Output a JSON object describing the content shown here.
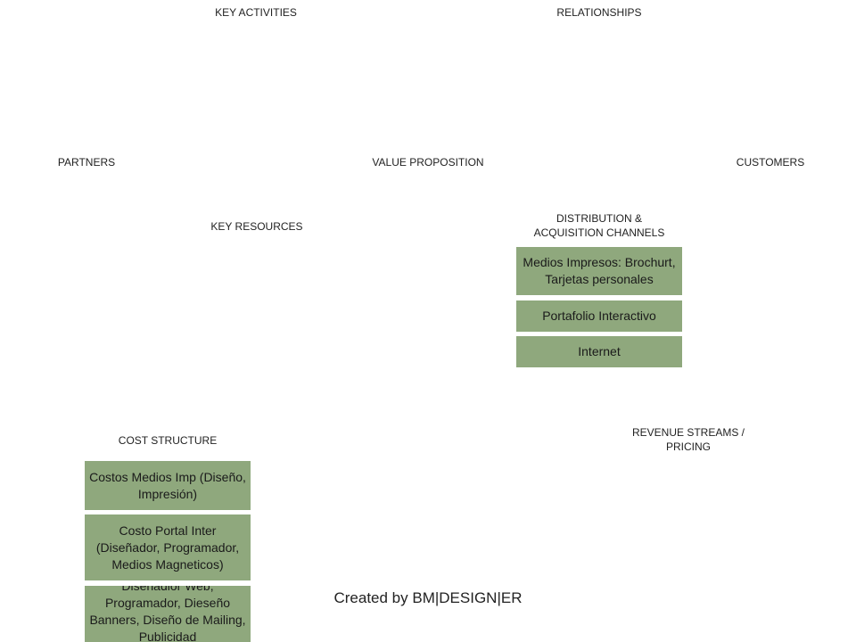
{
  "sections": {
    "key_activities": "KEY ACTIVITIES",
    "relationships": "RELATIONSHIPS",
    "partners": "PARTNERS",
    "value_proposition": "VALUE PROPOSITION",
    "customers": "CUSTOMERS",
    "key_resources": "KEY RESOURCES",
    "distribution": "DISTRIBUTION  &  ACQUISITION  CHANNELS",
    "cost_structure": "COST  STRUCTURE",
    "revenue_streams": "REVENUE  STREAMS  /  PRICING"
  },
  "channels": [
    "Medios Impresos: Brochurt, Tarjetas personales",
    "Portafolio Interactivo",
    "Internet"
  ],
  "costs": [
    "Costos Medios Imp (Diseño, Impresión)",
    "Costo Portal Inter (Diseñador, Programador, Medios Magneticos)",
    "Diseñadior Web, Programador, Dieseño Banners, Diseño de Mailing, Publicidad"
  ],
  "footer": "Created by BM|DESIGN|ER",
  "colors": {
    "card": "#8fa87d"
  }
}
